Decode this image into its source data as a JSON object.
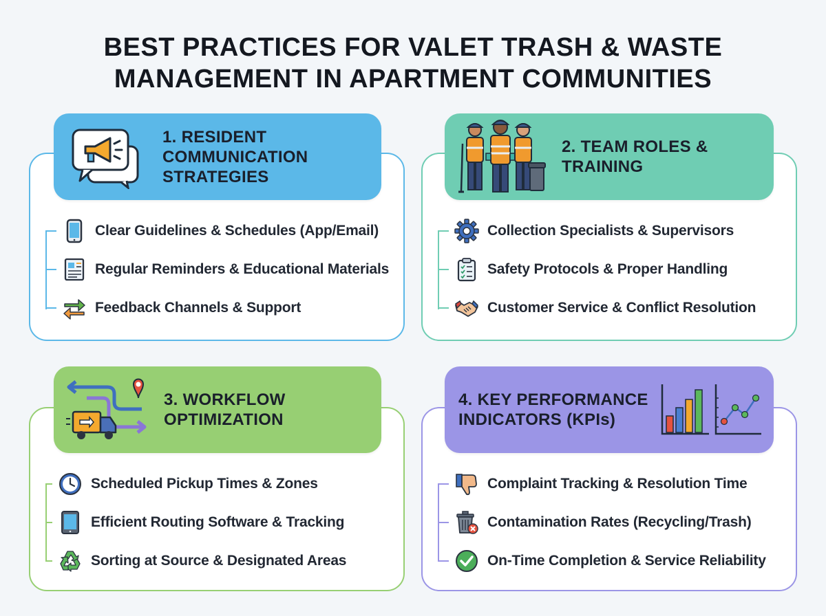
{
  "title": {
    "line1": "BEST PRACTICES FOR VALET TRASH & WASTE",
    "line2": "MANAGEMENT IN APARTMENT COMMUNITIES"
  },
  "colors": {
    "blue": "#5bb8e8",
    "teal": "#6fcdb3",
    "green": "#97cf73",
    "purple": "#9b95e6"
  },
  "sections": [
    {
      "header_lines": [
        "1. RESIDENT",
        "COMMUNICATION",
        "STRATEGIES"
      ],
      "icon": "megaphone-chat-icon",
      "items": [
        {
          "icon": "smartphone-icon",
          "label": "Clear Guidelines & Schedules (App/Email)"
        },
        {
          "icon": "newsletter-icon",
          "label": "Regular Reminders & Educational Materials"
        },
        {
          "icon": "exchange-arrows-icon",
          "label": "Feedback Channels & Support"
        }
      ]
    },
    {
      "header_lines": [
        "2. TEAM ROLES &",
        "TRAINING"
      ],
      "icon": "workers-icon",
      "items": [
        {
          "icon": "gear-icon",
          "label": "Collection Specialists & Supervisors"
        },
        {
          "icon": "clipboard-checklist-icon",
          "label": "Safety Protocols & Proper Handling"
        },
        {
          "icon": "handshake-icon",
          "label": "Customer Service & Conflict Resolution"
        }
      ]
    },
    {
      "header_lines": [
        "3. WORKFLOW",
        "OPTIMIZATION"
      ],
      "icon": "truck-route-icon",
      "items": [
        {
          "icon": "clock-icon",
          "label": "Scheduled Pickup Times & Zones"
        },
        {
          "icon": "tablet-icon",
          "label": "Efficient Routing Software & Tracking"
        },
        {
          "icon": "recycle-icon",
          "label": "Sorting at Source & Designated Areas"
        }
      ]
    },
    {
      "header_lines": [
        "4. KEY PERFORMANCE",
        "INDICATORS (KPIs)"
      ],
      "icon": "charts-icon",
      "items": [
        {
          "icon": "thumbs-down-icon",
          "label": "Complaint Tracking & Resolution Time"
        },
        {
          "icon": "trash-can-x-icon",
          "label": "Contamination Rates (Recycling/Trash)"
        },
        {
          "icon": "checkmark-circle-icon",
          "label": "On-Time Completion & Service Reliability"
        }
      ]
    }
  ]
}
